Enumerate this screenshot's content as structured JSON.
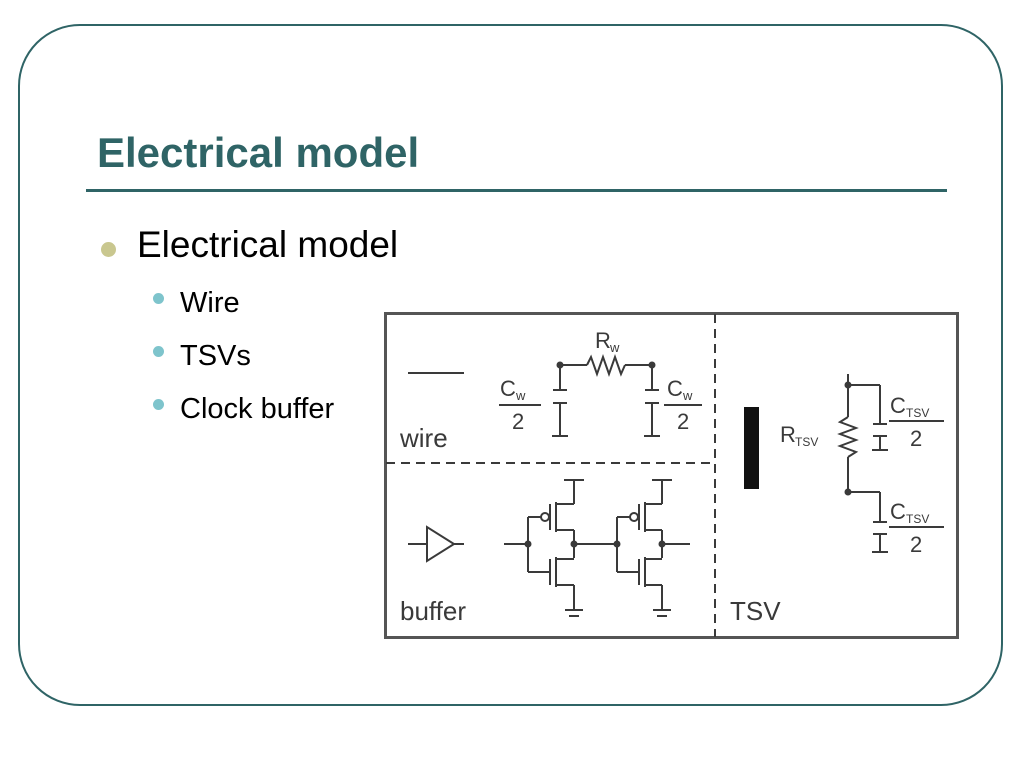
{
  "slide": {
    "title": "Electrical model",
    "bullets": [
      {
        "text": "Electrical model",
        "sub": [
          "Wire",
          "TSVs",
          "Clock buffer"
        ]
      }
    ]
  },
  "diagram": {
    "labels": {
      "wire": "wire",
      "buffer": "buffer",
      "tsv": "TSV",
      "r_wire": "R",
      "r_wire_sub": "w",
      "c_wire": "C",
      "c_wire_sub": "w",
      "half": "2",
      "r_tsv": "R",
      "r_tsv_sub": "TSV",
      "c_tsv": "C",
      "c_tsv_sub": "TSV"
    }
  }
}
